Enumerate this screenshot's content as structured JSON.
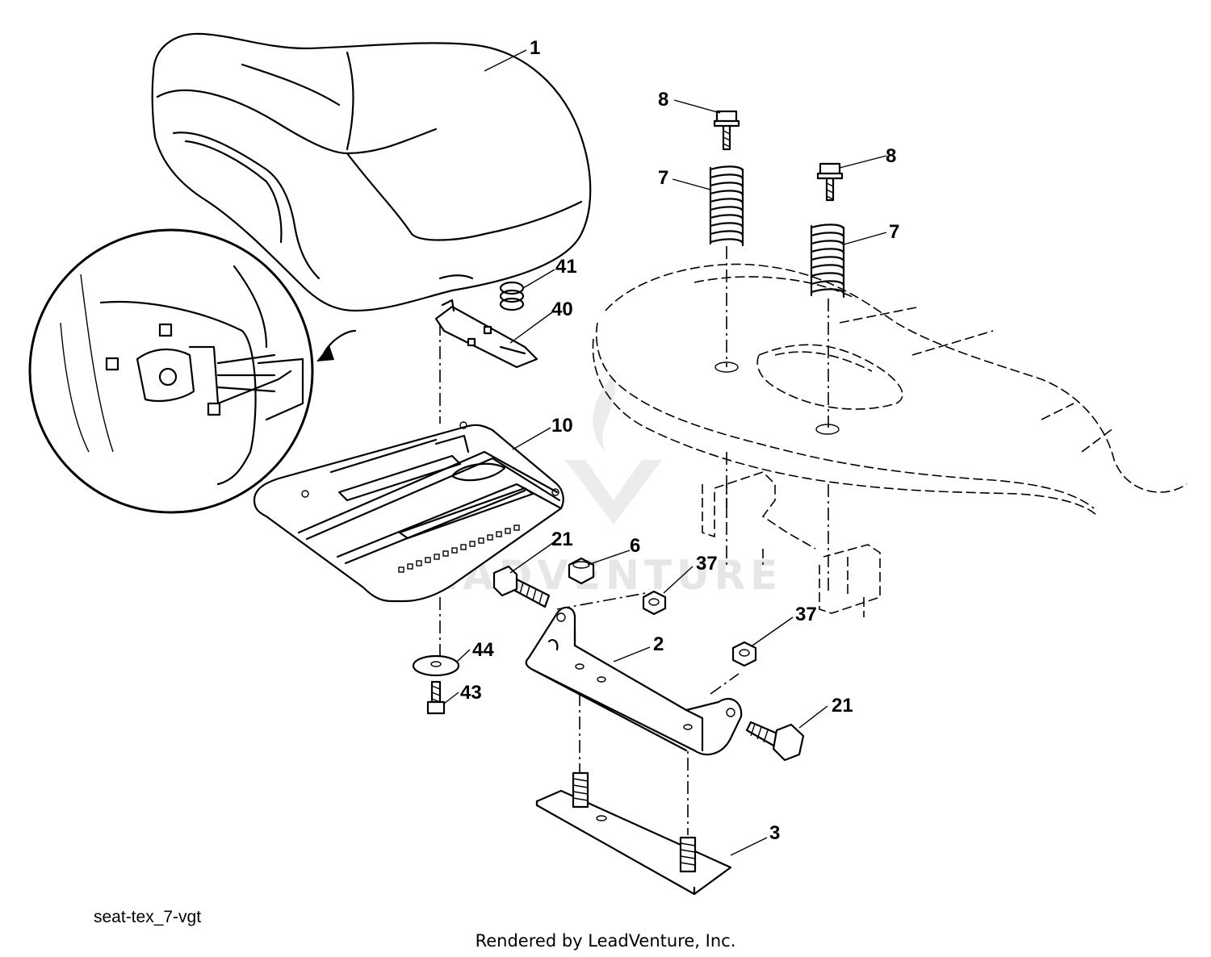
{
  "diagram": {
    "callouts": {
      "c1": "1",
      "c8a": "8",
      "c8b": "8",
      "c7a": "7",
      "c7b": "7",
      "c41": "41",
      "c40": "40",
      "c10": "10",
      "c21a": "21",
      "c6": "6",
      "c37a": "37",
      "c37b": "37",
      "c2": "2",
      "c44": "44",
      "c43": "43",
      "c21b": "21",
      "c3": "3"
    },
    "diagram_id": "seat-tex_7-vgt",
    "watermark": "LEADVENTURE",
    "rendered_by": "Rendered by LeadVenture, Inc."
  }
}
